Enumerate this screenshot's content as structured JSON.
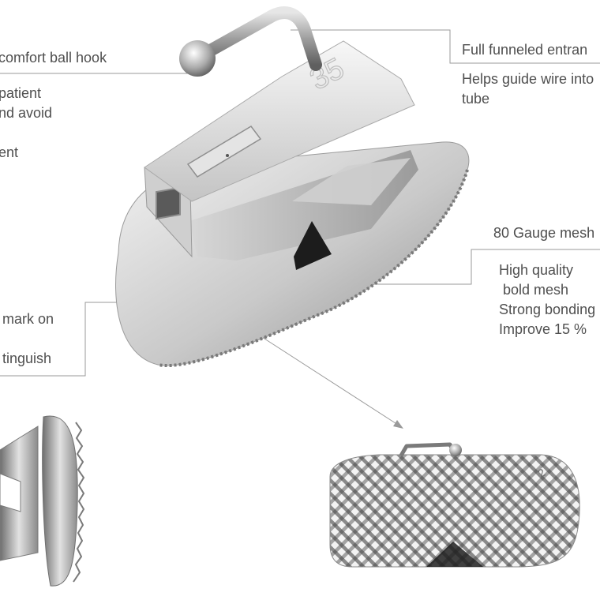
{
  "callouts": {
    "ball_hook": {
      "title": "comfort ball hook",
      "desc": [
        "patient",
        "nd avoid",
        "",
        "ent"
      ]
    },
    "funnel": {
      "title": "Full funneled entran",
      "desc": [
        "Helps guide wire into",
        "tube"
      ]
    },
    "mesh": {
      "title": "80 Gauge mesh",
      "desc": [
        "High quality",
        " bold mesh",
        "Strong bonding",
        "Improve 15 %"
      ]
    },
    "mark": {
      "desc": [
        "mark on",
        "",
        "tinguish"
      ]
    }
  },
  "product_marking": "35",
  "colors": {
    "label_text": "#4f4f4f",
    "leader_line": "#9a9a9a",
    "metal_light": "#ededed",
    "metal_mid": "#bdbdbd",
    "metal_dark": "#7d7d7d",
    "mesh_shadow": "#1c1c1c"
  }
}
